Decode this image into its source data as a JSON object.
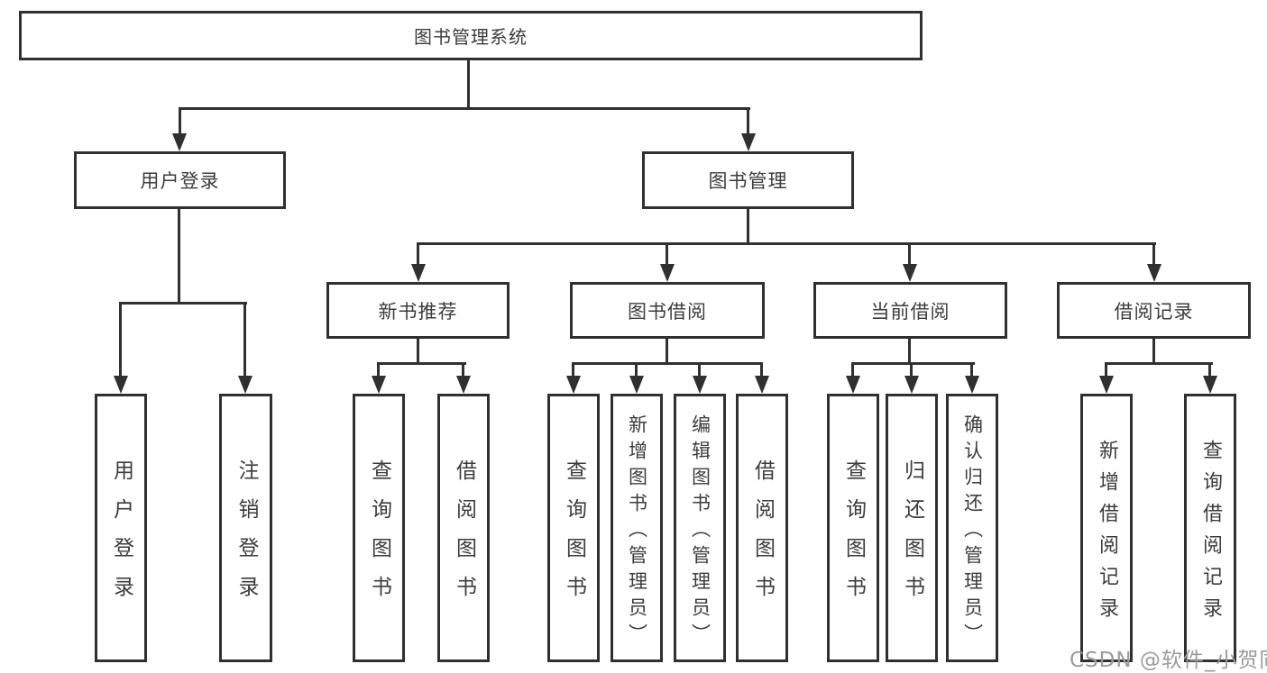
{
  "tree": {
    "label": "图书管理系统",
    "children": [
      {
        "label": "用户登录",
        "children": [
          {
            "label": "用户登录"
          },
          {
            "label": "注销登录"
          }
        ]
      },
      {
        "label": "图书管理",
        "children": [
          {
            "label": "新书推荐",
            "children": [
              {
                "label": "查询图书"
              },
              {
                "label": "借阅图书"
              }
            ]
          },
          {
            "label": "图书借阅",
            "children": [
              {
                "label": "查询图书"
              },
              {
                "label": "新增图书（管理员）"
              },
              {
                "label": "编辑图书（管理员）"
              },
              {
                "label": "借阅图书"
              }
            ]
          },
          {
            "label": "当前借阅",
            "children": [
              {
                "label": "查询图书"
              },
              {
                "label": "归还图书"
              },
              {
                "label": "确认归还（管理员）"
              }
            ]
          },
          {
            "label": "借阅记录",
            "children": [
              {
                "label": "新增借阅记录"
              },
              {
                "label": "查询借阅记录"
              }
            ]
          }
        ]
      }
    ]
  },
  "watermark": {
    "text": "CSDN @软件_小贺同学"
  },
  "colors": {
    "line": "#303030",
    "text": "#3c3c3c",
    "watermark": "#9b9b9b",
    "background": "#ffffff"
  }
}
